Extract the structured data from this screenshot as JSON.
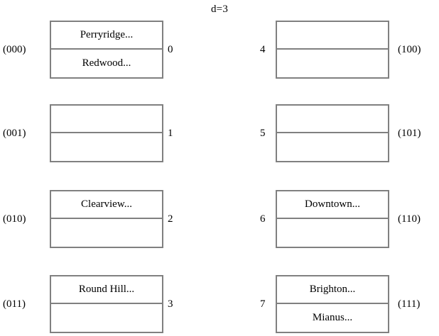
{
  "figure": {
    "title": "d=3",
    "type": "extendable-hashing-bucket-diagram",
    "colors": {
      "box_border": "#808080",
      "text": "#000000",
      "background": "#ffffff"
    }
  },
  "buckets": [
    {
      "index": "0",
      "binary": "(000)",
      "column": "left",
      "row": 0,
      "entries": [
        "Perryridge...",
        "Redwood..."
      ]
    },
    {
      "index": "1",
      "binary": "(001)",
      "column": "left",
      "row": 1,
      "entries": [
        "",
        ""
      ]
    },
    {
      "index": "2",
      "binary": "(010)",
      "column": "left",
      "row": 2,
      "entries": [
        "Clearview...",
        ""
      ]
    },
    {
      "index": "3",
      "binary": "(011)",
      "column": "left",
      "row": 3,
      "entries": [
        "Round Hill...",
        ""
      ]
    },
    {
      "index": "4",
      "binary": "(100)",
      "column": "right",
      "row": 0,
      "entries": [
        "",
        ""
      ]
    },
    {
      "index": "5",
      "binary": "(101)",
      "column": "right",
      "row": 1,
      "entries": [
        "",
        ""
      ]
    },
    {
      "index": "6",
      "binary": "(110)",
      "column": "right",
      "row": 2,
      "entries": [
        "Downtown...",
        ""
      ]
    },
    {
      "index": "7",
      "binary": "(111)",
      "column": "right",
      "row": 3,
      "entries": [
        "Brighton...",
        "Mianus..."
      ]
    }
  ]
}
